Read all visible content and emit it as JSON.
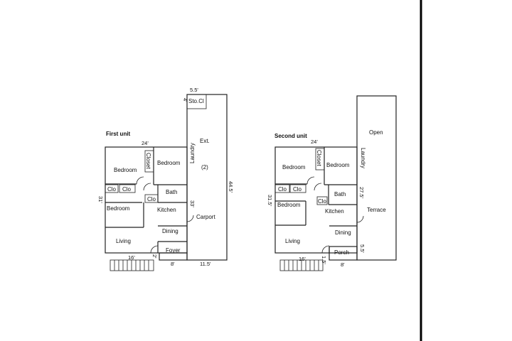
{
  "first_unit": {
    "title": "First unit",
    "rooms": {
      "sto_cl": "Sto.Cl",
      "ext": "Ext.",
      "ext_num": "(2)",
      "laundry": "Laundry",
      "bedroom_a": "Bedroom",
      "closet": "Closet",
      "bedroom_b": "Bedroom",
      "clo_a": "Clo",
      "clo_b": "Clo",
      "bath": "Bath",
      "clo_c": "Clo",
      "bedroom_c": "Bedroom",
      "kitchen": "Kitchen",
      "carport": "Carport",
      "dining": "Dining",
      "living": "Living",
      "foyer": "Foyer"
    },
    "dims": {
      "w55": "5.5'",
      "w4": "4'",
      "w24": "24'",
      "h31": "31'",
      "h445": "44.5'",
      "h33": "33'",
      "w16": "16'",
      "w2": "2'",
      "w8": "8'",
      "w115": "11.5'"
    }
  },
  "second_unit": {
    "title": "Second unit",
    "rooms": {
      "open": "Open",
      "laundry": "Laundry",
      "bedroom_a": "Bedroom",
      "closet": "Closet",
      "bedroom_b": "Bedroom",
      "clo_a": "Clo",
      "clo_b": "Clo",
      "bath": "Bath",
      "clo_c": "Clo",
      "bedroom_c": "Bedroom",
      "kitchen": "Kitchen",
      "terrace": "Terrace",
      "dining": "Dining",
      "living": "Living",
      "porch": "Porch"
    },
    "dims": {
      "w24": "24'",
      "h315": "31.5'",
      "h275": "27.5'",
      "h55": "5.5'",
      "w16": "16'",
      "w15": "1.5'",
      "w8": "8'"
    }
  }
}
